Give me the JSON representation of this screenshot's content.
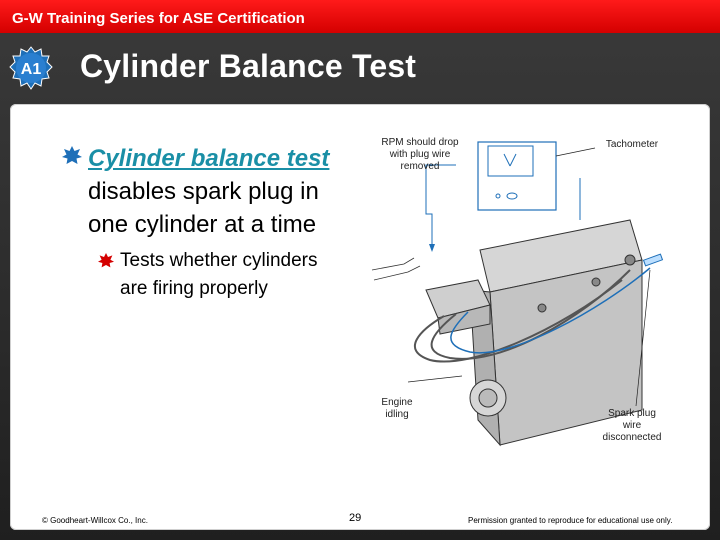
{
  "header": {
    "series_title": "G-W Training Series for ASE Certification"
  },
  "badge": {
    "label": "A1"
  },
  "slide": {
    "title": "Cylinder Balance Test",
    "bullet1": {
      "term": "Cylinder balance test",
      "text": " disables spark plug in one cylinder at a time"
    },
    "bullet2": {
      "text": "Tests whether cylinders are firing properly"
    }
  },
  "diagram": {
    "label_rpm_l1": "RPM should drop",
    "label_rpm_l2": "with plug wire",
    "label_rpm_l3": "removed",
    "label_tach": "Tachometer",
    "label_engine_l1": "Engine",
    "label_engine_l2": "idling",
    "label_spark_l1": "Spark plug",
    "label_spark_l2": "wire",
    "label_spark_l3": "disconnected"
  },
  "footer": {
    "copyright": "© Goodheart-Willcox Co., Inc.",
    "page": "29",
    "permission": "Permission granted to reproduce for educational use only."
  },
  "colors": {
    "header_red": "#e00000",
    "accent_blue": "#1e6fb8",
    "term_teal": "#1a8fa6",
    "bullet_red": "#d40000"
  }
}
